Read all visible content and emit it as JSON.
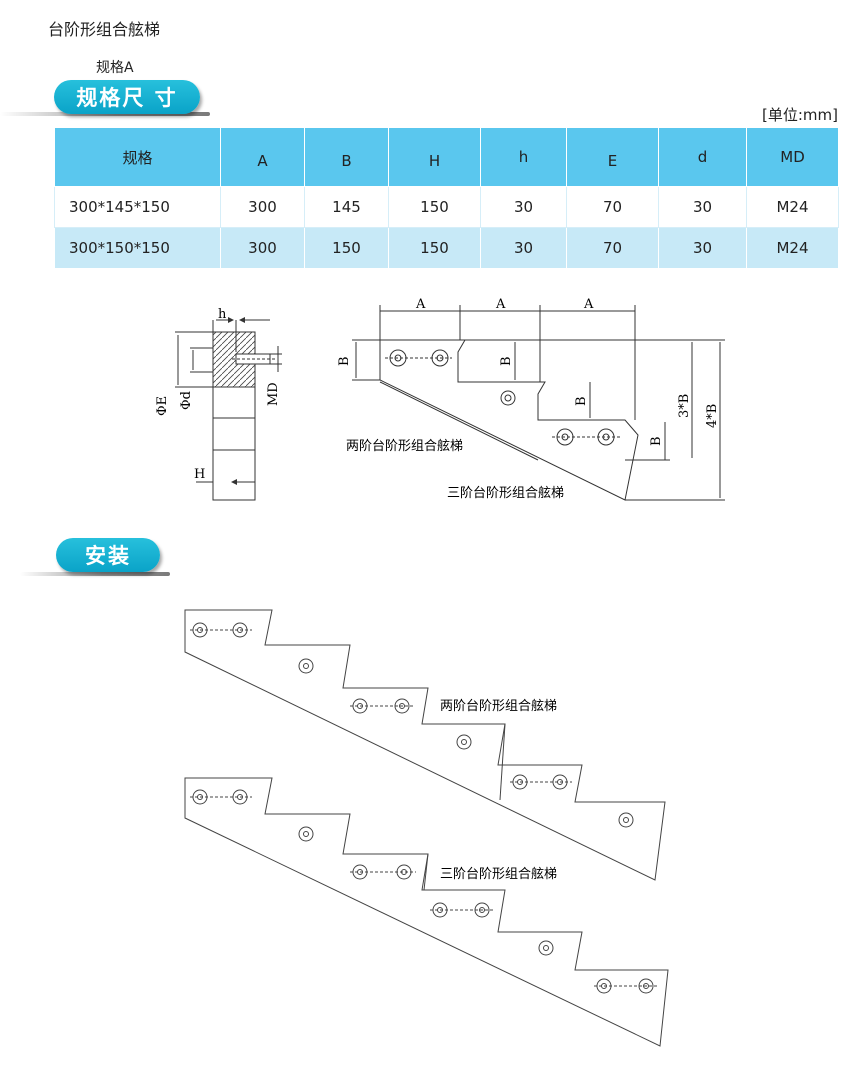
{
  "page_title": "台阶形组合舷梯",
  "spec_label": "规格A",
  "section_dims": "规格尺 寸",
  "unit": "[单位:mm]",
  "table": {
    "headers": [
      "规格",
      "A",
      "B",
      "H",
      "h",
      "E",
      "d",
      "MD"
    ],
    "rows": [
      [
        "300*145*150",
        "300",
        "145",
        "150",
        "30",
        "70",
        "30",
        "M24"
      ],
      [
        "300*150*150",
        "300",
        "150",
        "150",
        "30",
        "70",
        "30",
        "M24"
      ]
    ]
  },
  "diagram_labels": {
    "h": "h",
    "phiE": "ΦE",
    "phid": "Φd",
    "MD": "MD",
    "H": "H",
    "A1": "A",
    "A2": "A",
    "A3": "A",
    "B1": "B",
    "B2": "B",
    "B3": "B",
    "B4": "B",
    "threeB": "3*B",
    "fourB": "4*B",
    "two_step": "两阶台阶形组合舷梯",
    "three_step": "三阶台阶形组合舷梯"
  },
  "section_install": "安装",
  "install_labels": {
    "two_step": "两阶台阶形组合舷梯",
    "three_step": "三阶台阶形组合舷梯"
  },
  "colors": {
    "accent": "#0aa3c8",
    "table_header": "#5ac7ee",
    "table_alt_row": "#c7e9f7"
  }
}
